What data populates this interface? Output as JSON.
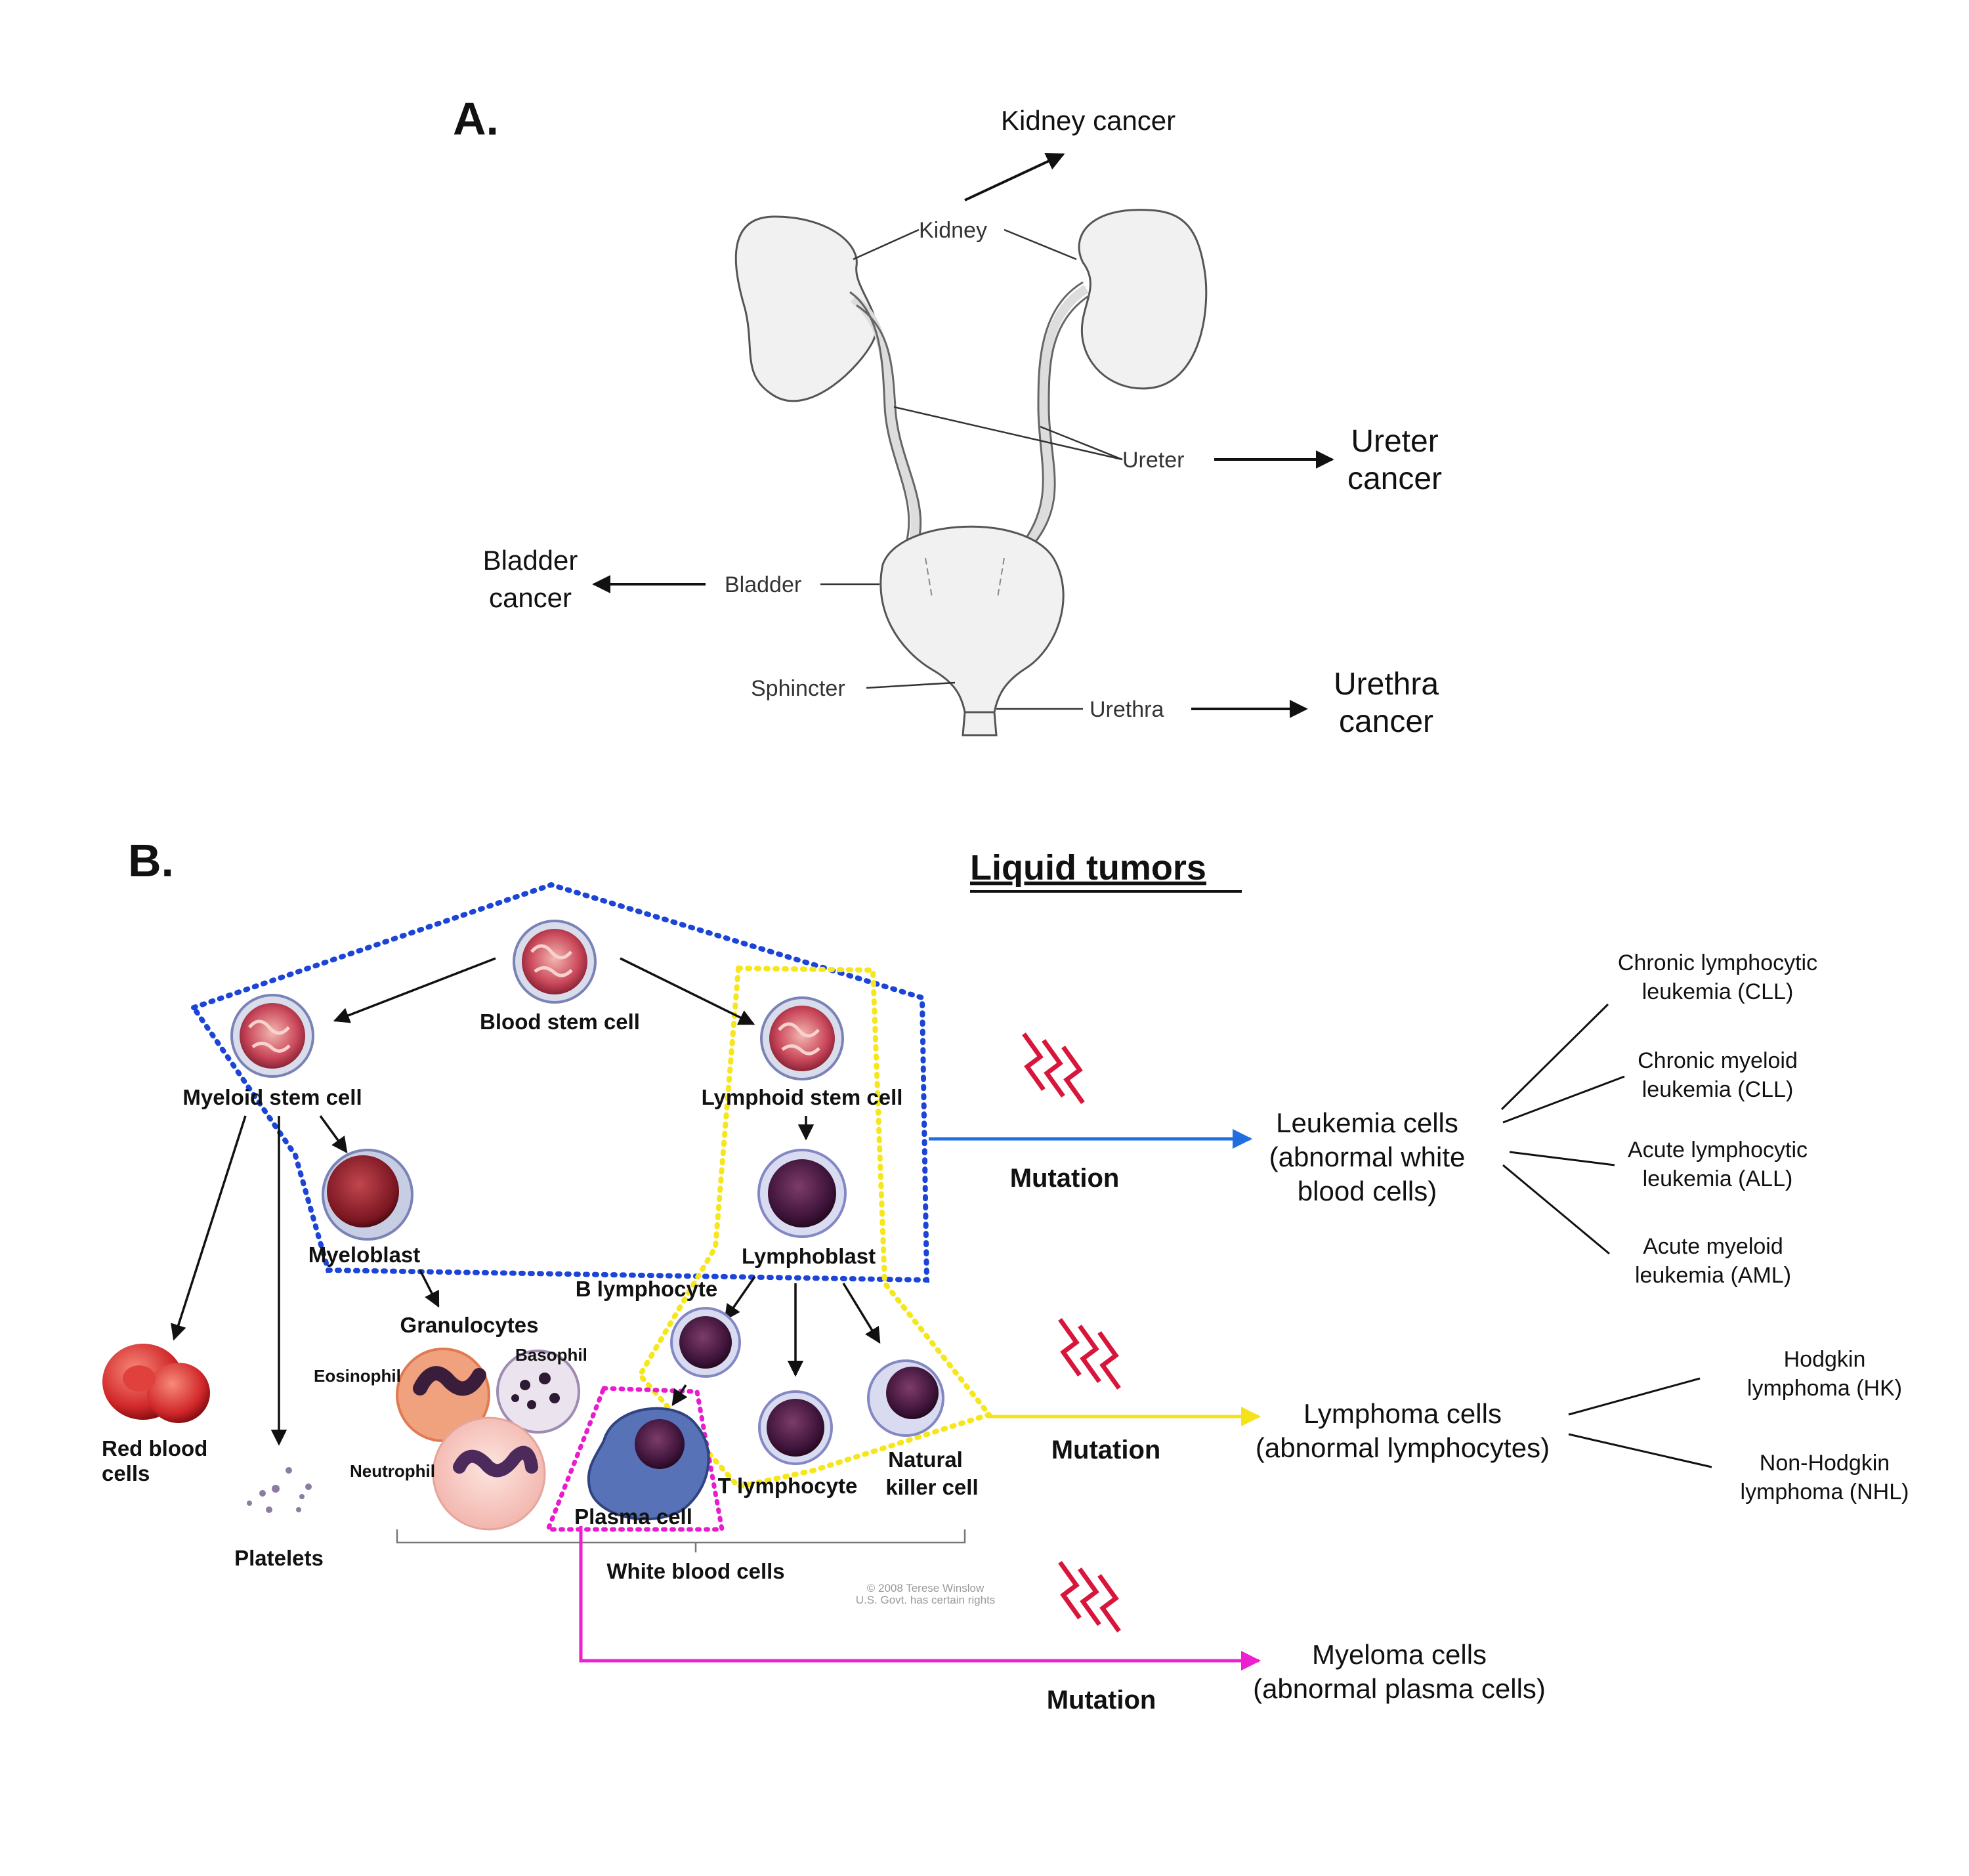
{
  "panel_a": {
    "letter": "A.",
    "anatomy_labels": {
      "kidney": "Kidney",
      "ureter": "Ureter",
      "bladder": "Bladder",
      "sphincter": "Sphincter",
      "urethra": "Urethra"
    },
    "cancers": {
      "kidney": "Kidney cancer",
      "ureter": [
        "Ureter",
        "cancer"
      ],
      "bladder": [
        "Bladder",
        "cancer"
      ],
      "urethra": [
        "Urethra",
        "cancer"
      ]
    }
  },
  "panel_b": {
    "letter": "B.",
    "title": "Liquid tumors",
    "cells": {
      "blood_stem": "Blood stem cell",
      "myeloid_stem": "Myeloid stem cell",
      "lymphoid_stem": "Lymphoid stem cell",
      "myeloblast": "Myeloblast",
      "lymphoblast": "Lymphoblast",
      "granulocytes": "Granulocytes",
      "eosinophil": "Eosinophil",
      "basophil": "Basophil",
      "neutrophil": "Neutrophil",
      "b_lymphocyte": "B lymphocyte",
      "t_lymphocyte": "T lymphocyte",
      "natural_killer": [
        "Natural",
        "killer cell"
      ],
      "plasma": "Plasma cell",
      "red_blood": [
        "Red blood",
        "cells"
      ],
      "platelets": "Platelets",
      "white_blood": "White blood cells"
    },
    "copyright": [
      "© 2008 Terese Winslow",
      "U.S. Govt. has certain rights"
    ],
    "mutation_label": "Mutation",
    "outcomes": {
      "leukemia": [
        "Leukemia cells",
        "(abnormal white",
        "blood cells)"
      ],
      "lymphoma": [
        "Lymphoma cells",
        "(abnormal lymphocytes)"
      ],
      "myeloma": [
        "Myeloma cells",
        "(abnormal plasma cells)"
      ]
    },
    "leukemia_types": [
      [
        "Chronic lymphocytic",
        "leukemia (CLL)"
      ],
      [
        "Chronic myeloid",
        "leukemia (CLL)"
      ],
      [
        "Acute lymphocytic",
        "leukemia (ALL)"
      ],
      [
        "Acute myeloid",
        "leukemia (AML)"
      ]
    ],
    "lymphoma_types": [
      [
        "Hodgkin",
        "lymphoma (HK)"
      ],
      [
        "Non-Hodgkin",
        "lymphoma (NHL)"
      ]
    ],
    "colors": {
      "leukemia_arrow": "#1f6fe0",
      "lymphoma_arrow": "#f4e21a",
      "myeloma_arrow": "#ee1fcf",
      "myeloid_boundary": "#1c45d8",
      "lymphoid_boundary": "#f6e61c",
      "plasma_boundary": "#e81ccd",
      "lightning": "#d8153a"
    }
  }
}
